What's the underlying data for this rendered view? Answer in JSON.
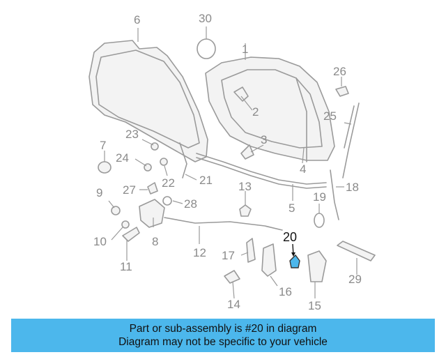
{
  "diagram": {
    "highlight_color": "#4cb7ec",
    "highlighted_part": "20",
    "labels": {
      "p1": "1",
      "p2": "2",
      "p3": "3",
      "p4": "4",
      "p5": "5",
      "p6": "6",
      "p7": "7",
      "p8": "8",
      "p9": "9",
      "p10": "10",
      "p11": "11",
      "p12": "12",
      "p13": "13",
      "p14": "14",
      "p15": "15",
      "p16": "16",
      "p17": "17",
      "p18": "18",
      "p19": "19",
      "p20": "20",
      "p21": "21",
      "p22": "22",
      "p23": "23",
      "p24": "24",
      "p25": "25",
      "p26": "26",
      "p27": "27",
      "p28": "28",
      "p29": "29",
      "p30": "30"
    }
  },
  "banner": {
    "line1": "Part or sub-assembly is #20 in diagram",
    "line2": "Diagram may not be specific to your vehicle",
    "background": "#4cb7ec"
  }
}
